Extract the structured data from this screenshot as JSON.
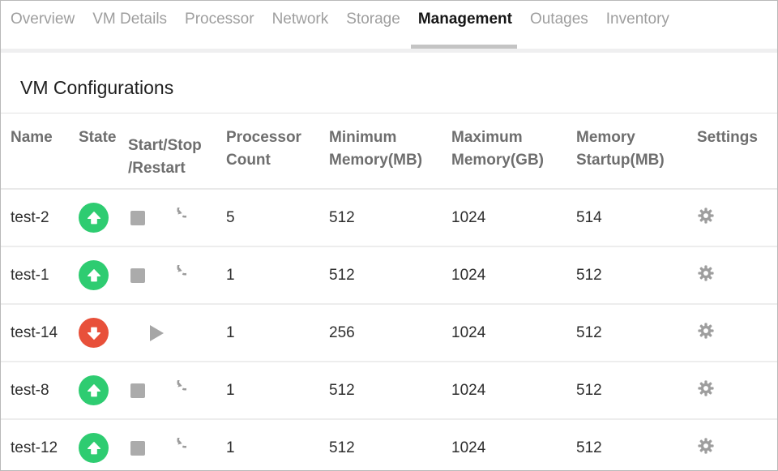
{
  "tabs": [
    {
      "label": "Overview",
      "active": false
    },
    {
      "label": "VM Details",
      "active": false
    },
    {
      "label": "Processor",
      "active": false
    },
    {
      "label": "Network",
      "active": false
    },
    {
      "label": "Storage",
      "active": false
    },
    {
      "label": "Management",
      "active": true
    },
    {
      "label": "Outages",
      "active": false
    },
    {
      "label": "Inventory",
      "active": false
    }
  ],
  "section": {
    "title": "VM Configurations"
  },
  "table": {
    "headers": {
      "name": "Name",
      "state": "State",
      "start_stop_restart": "Start/Stop\n/Restart",
      "processor_count": "Processor\nCount",
      "min_memory": "Minimum\nMemory(MB)",
      "max_memory": "Maximum\nMemory(GB)",
      "memory_startup": "Memory\nStartup(MB)",
      "settings": "Settings"
    },
    "rows": [
      {
        "name": "test-2",
        "state": "up",
        "controls": "stop-restart",
        "processor_count": "5",
        "min_memory_mb": "512",
        "max_memory_gb": "1024",
        "memory_startup_mb": "514"
      },
      {
        "name": "test-1",
        "state": "up",
        "controls": "stop-restart",
        "processor_count": "1",
        "min_memory_mb": "512",
        "max_memory_gb": "1024",
        "memory_startup_mb": "512"
      },
      {
        "name": "test-14",
        "state": "down",
        "controls": "play",
        "processor_count": "1",
        "min_memory_mb": "256",
        "max_memory_gb": "1024",
        "memory_startup_mb": "512"
      },
      {
        "name": "test-8",
        "state": "up",
        "controls": "stop-restart",
        "processor_count": "1",
        "min_memory_mb": "512",
        "max_memory_gb": "1024",
        "memory_startup_mb": "512"
      },
      {
        "name": "test-12",
        "state": "up",
        "controls": "stop-restart",
        "processor_count": "1",
        "min_memory_mb": "512",
        "max_memory_gb": "1024",
        "memory_startup_mb": "512"
      }
    ]
  },
  "icons": {
    "state_up": "up-arrow-circle-icon",
    "state_down": "down-arrow-circle-icon",
    "stop": "stop-square-icon",
    "restart": "restart-icon",
    "start": "play-icon",
    "settings": "gear-icon"
  },
  "colors": {
    "state_up": "#2ecc71",
    "state_down": "#e8503a",
    "active_tab_text": "#161616",
    "inactive_tab_text": "#9e9e9e",
    "tab_indicator": "#c4c4c4",
    "header_text": "#6e6e6e",
    "cell_text": "#2d2d2d",
    "divider": "#e9e9e9"
  }
}
